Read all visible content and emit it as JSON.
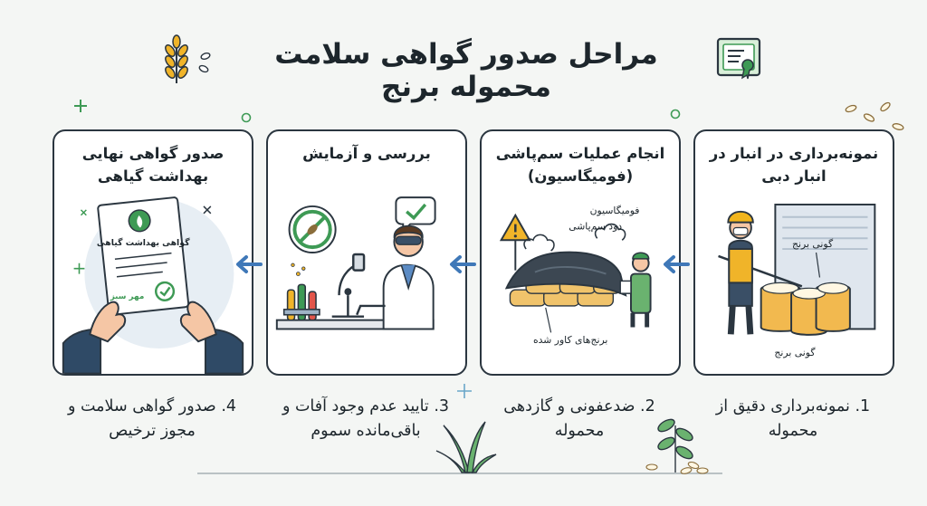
{
  "title": "مراحل صدور گواهی سلامت محموله برنج",
  "steps": [
    {
      "title": "نمونه‌برداری در انبار در انبار دبی",
      "caption": "1. نمونه‌برداری دقیق از محموله",
      "labels": {
        "bag_top": "گونی برنج",
        "bag_bottom": "گونی برنج"
      }
    },
    {
      "title": "انجام عملیات سم‌پاشی (فومیگاسیون)",
      "caption": "2. ضدعفونی و گازدهی محموله",
      "labels": {
        "fumes": "فومیگاسیون دود سم‌پاشی",
        "covered": "برنج‌های کاور شده"
      }
    },
    {
      "title": "بررسی و آزمایش",
      "caption": "3. تایید عدم وجود آفات و باقی‌مانده سموم"
    },
    {
      "title": "صدور گواهی نهایی بهداشت گیاهی",
      "caption": "4. صدور گواهی سلامت و مجوز ترخیص",
      "labels": {
        "cert": "گواهی بهداشت گیاهی",
        "stamp": "مهر سبز"
      }
    }
  ],
  "colors": {
    "accent_green": "#3e9a55",
    "arrow_blue": "#3f78b8",
    "outline": "#2b3640",
    "hardhat": "#f2b51c"
  },
  "icons": [
    "wheat-icon",
    "certificate-icon",
    "arrow-icon",
    "check-icon",
    "warning-icon",
    "microscope-icon"
  ]
}
